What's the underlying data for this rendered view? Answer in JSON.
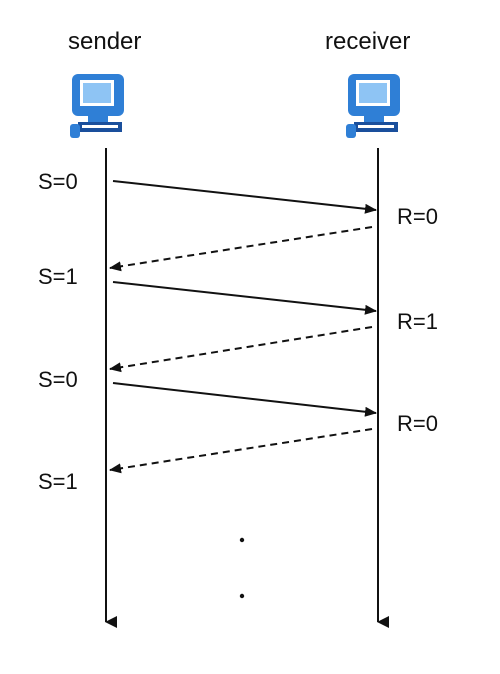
{
  "sender": {
    "label": "sender",
    "icon": "computer-icon"
  },
  "receiver": {
    "label": "receiver",
    "icon": "computer-icon"
  },
  "sender_states": [
    "S=0",
    "S=1",
    "S=0",
    "S=1"
  ],
  "receiver_states": [
    "R=0",
    "R=1",
    "R=0"
  ],
  "colors": {
    "line": "#111111",
    "icon_blue": "#2f7fd6",
    "icon_dark": "#1a4f9c"
  }
}
